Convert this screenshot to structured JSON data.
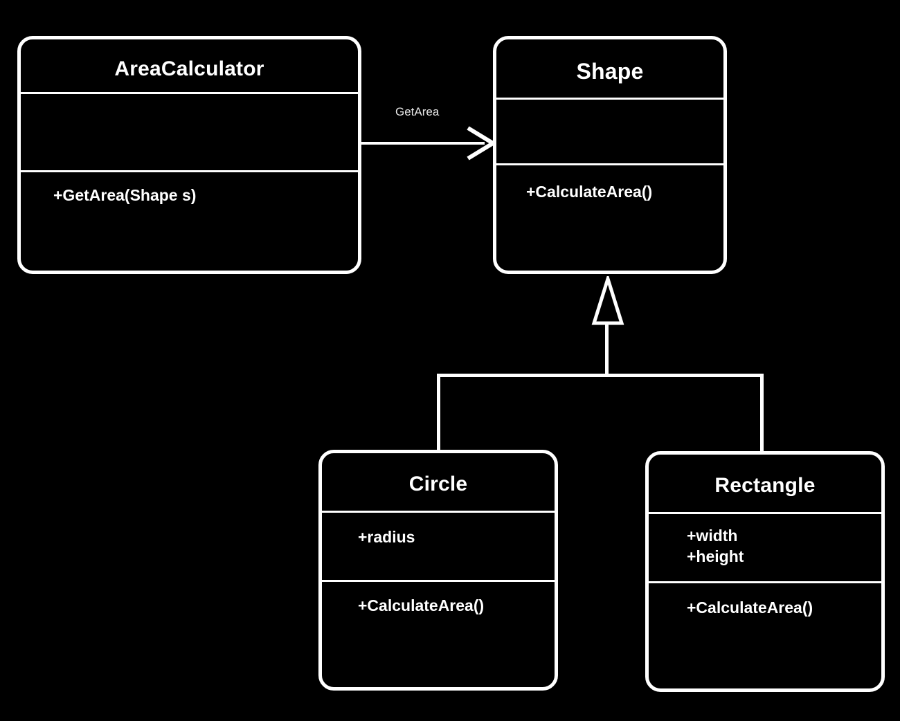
{
  "diagram": {
    "type": "uml-class-diagram",
    "background_color": "#000000",
    "stroke_color": "#ffffff",
    "classes": [
      {
        "id": "areacalculator",
        "name": "AreaCalculator",
        "attributes": [],
        "methods": [
          "+GetArea(Shape s)"
        ]
      },
      {
        "id": "shape",
        "name": "Shape",
        "attributes": [],
        "methods": [
          "+CalculateArea()"
        ]
      },
      {
        "id": "circle",
        "name": "Circle",
        "attributes": [
          "+radius"
        ],
        "methods": [
          "+CalculateArea()"
        ]
      },
      {
        "id": "rectangle",
        "name": "Rectangle",
        "attributes": [
          "+width",
          "+height"
        ],
        "methods": [
          "+CalculateArea()"
        ]
      }
    ],
    "relationships": [
      {
        "kind": "association",
        "from": "areacalculator",
        "to": "shape",
        "label": "GetArea",
        "arrowhead": "open"
      },
      {
        "kind": "generalization",
        "from": "circle",
        "to": "shape",
        "label": "",
        "arrowhead": "hollow-triangle"
      },
      {
        "kind": "generalization",
        "from": "rectangle",
        "to": "shape",
        "label": "",
        "arrowhead": "hollow-triangle"
      }
    ]
  }
}
